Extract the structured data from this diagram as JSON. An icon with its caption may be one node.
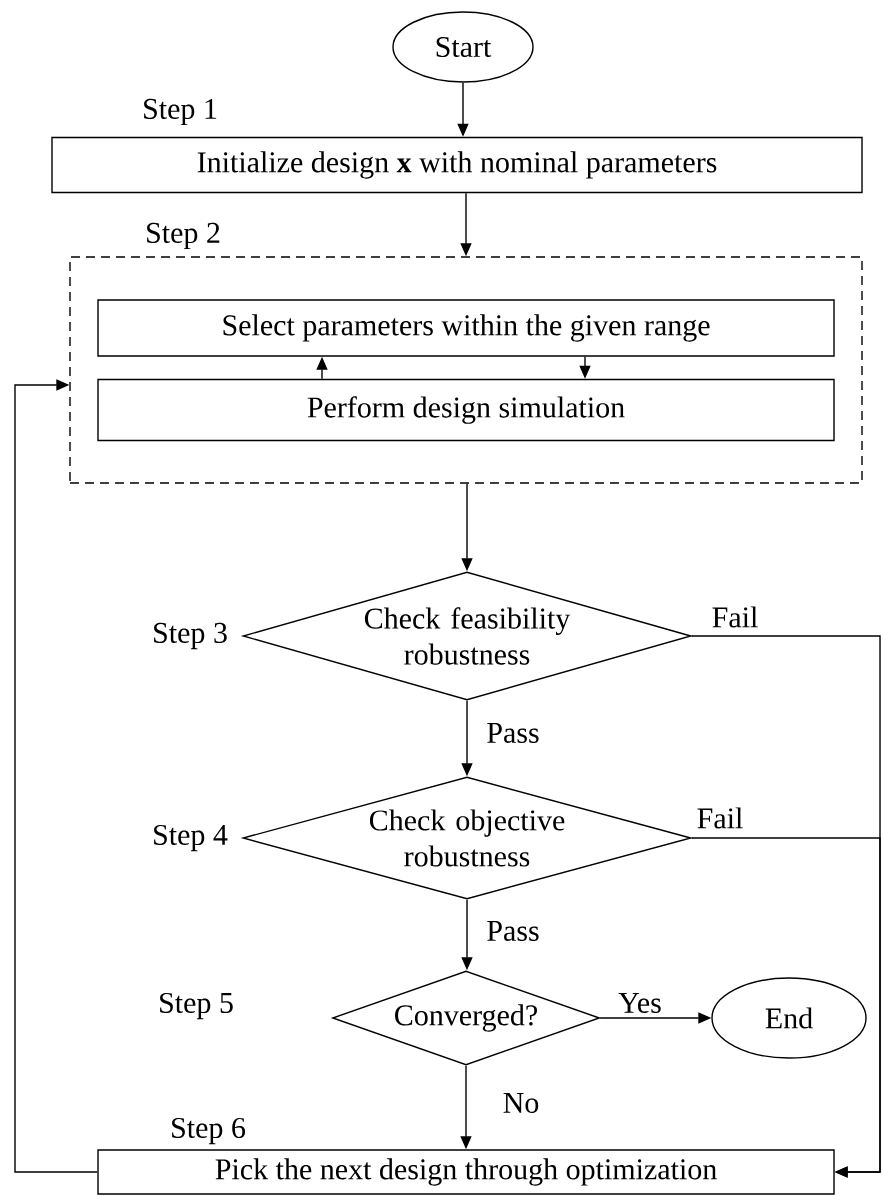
{
  "diagram": {
    "nodes": [
      {
        "text": [
          "Start"
        ]
      },
      {
        "text": [
          "Initialize design **x** with nominal parameters"
        ],
        "beside": [
          "Step 1"
        ]
      },
      {
        "text": [
          "Step 2"
        ]
      },
      {
        "text": [
          "Select parameters within the given range"
        ],
        "in": 2
      },
      {
        "text": [
          "Perform design simulation"
        ],
        "in": 2
      },
      {
        "text": [
          "Check feasibility robustness"
        ],
        "beside": [
          "Step 3"
        ]
      },
      {
        "text": [
          "Check objective robustness"
        ],
        "beside": [
          "Step 4"
        ]
      },
      {
        "text": [
          "Converged?"
        ]
      },
      {
        "text": [
          "End"
        ]
      },
      {
        "text": [
          "Pick the next design through optimization"
        ],
        "beside": [
          "Step 6"
        ]
      }
    ],
    "edges": [
      {
        "from": 0,
        "to": 1,
        "arrow": "to"
      },
      {
        "from": 1,
        "to": 2,
        "arrow": "to"
      },
      {
        "from": 3,
        "to": 4,
        "arrow": "to"
      },
      {
        "from": 4,
        "to": 3,
        "arrow": "to"
      },
      {
        "from": 2,
        "to": 5,
        "arrow": "to"
      },
      {
        "from": 5,
        "to": 9,
        "label": "Fail",
        "arrow": "to"
      },
      {
        "from": 5,
        "to": 6,
        "label": "Pass",
        "arrow": "to"
      },
      {
        "from": 6,
        "to": 9,
        "label": "Fail",
        "arrow": "to"
      },
      {
        "from": 6,
        "to": 7,
        "label": "Pass",
        "arrow": "to"
      },
      {
        "from": 7,
        "to": 8,
        "label": "Yes",
        "arrow": "to"
      },
      {
        "from": 7,
        "to": 9,
        "label": "No",
        "arrow": "to"
      },
      {
        "from": 9,
        "to": 2,
        "arrow": "to"
      }
    ],
    "labels": [
      "Step 5"
    ]
  }
}
